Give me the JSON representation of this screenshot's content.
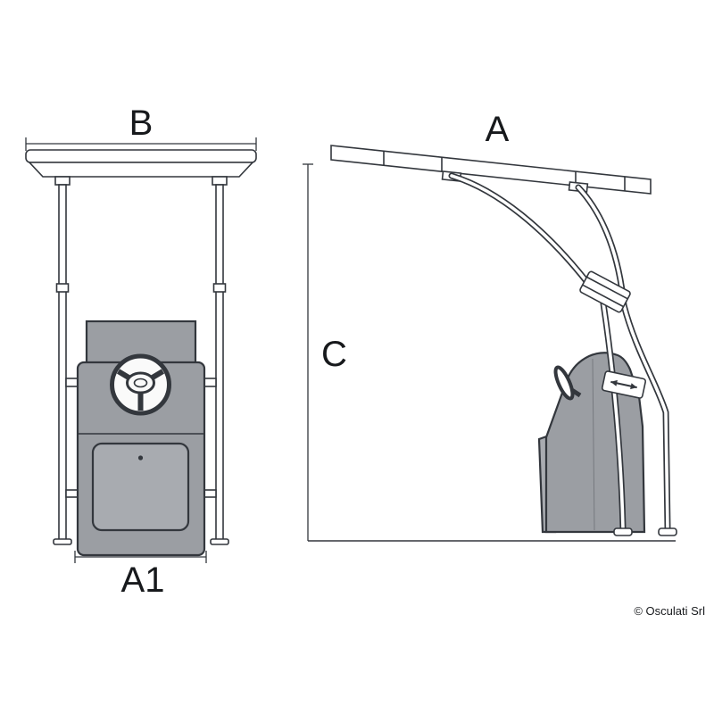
{
  "diagram": {
    "labels": {
      "b": "B",
      "a": "A",
      "a1": "A1",
      "c": "C"
    },
    "copyright": "© Osculati Srl",
    "colors": {
      "background": "#ffffff",
      "line": "#33373d",
      "console_fill": "#9b9ea3",
      "door_fill": "#a8abb0"
    }
  }
}
